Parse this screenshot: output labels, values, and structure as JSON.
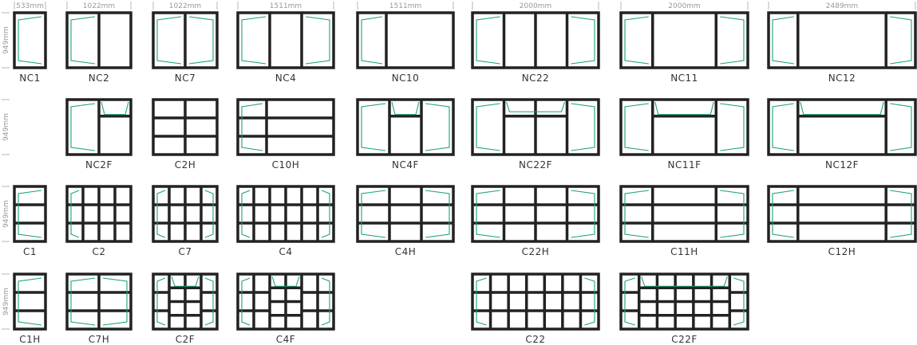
{
  "colors": {
    "frame": "#222222",
    "sash": "#1aa37a",
    "dimension": "#999999",
    "label": "#333333"
  },
  "width_labels": [
    "533mm",
    "1022mm",
    "1022mm",
    "1511mm",
    "1511mm",
    "2000mm",
    "2000mm",
    "2489mm"
  ],
  "height_label": "949mm",
  "windows": [
    {
      "name": "NC1",
      "label": "NC1"
    },
    {
      "name": "NC2",
      "label": "NC2"
    },
    {
      "name": "NC7",
      "label": "NC7"
    },
    {
      "name": "NC4",
      "label": "NC4"
    },
    {
      "name": "NC10",
      "label": "NC10"
    },
    {
      "name": "NC22",
      "label": "NC22"
    },
    {
      "name": "NC11",
      "label": "NC11"
    },
    {
      "name": "NC12",
      "label": "NC12"
    },
    {
      "name": "NC2F",
      "label": "NC2F"
    },
    {
      "name": "C2H",
      "label": "C2H"
    },
    {
      "name": "C10H",
      "label": "C10H"
    },
    {
      "name": "NC4F",
      "label": "NC4F"
    },
    {
      "name": "NC22F",
      "label": "NC22F"
    },
    {
      "name": "NC11F",
      "label": "NC11F"
    },
    {
      "name": "NC12F",
      "label": "NC12F"
    },
    {
      "name": "C1",
      "label": "C1"
    },
    {
      "name": "C2",
      "label": "C2"
    },
    {
      "name": "C7",
      "label": "C7"
    },
    {
      "name": "C4",
      "label": "C4"
    },
    {
      "name": "C4H",
      "label": "C4H"
    },
    {
      "name": "C22H",
      "label": "C22H"
    },
    {
      "name": "C11H",
      "label": "C11H"
    },
    {
      "name": "C12H",
      "label": "C12H"
    },
    {
      "name": "C1H",
      "label": "C1H"
    },
    {
      "name": "C7H",
      "label": "C7H"
    },
    {
      "name": "C2F",
      "label": "C2F"
    },
    {
      "name": "C4F",
      "label": "C4F"
    },
    {
      "name": "C22",
      "label": "C22"
    },
    {
      "name": "C22F",
      "label": "C22F"
    }
  ]
}
